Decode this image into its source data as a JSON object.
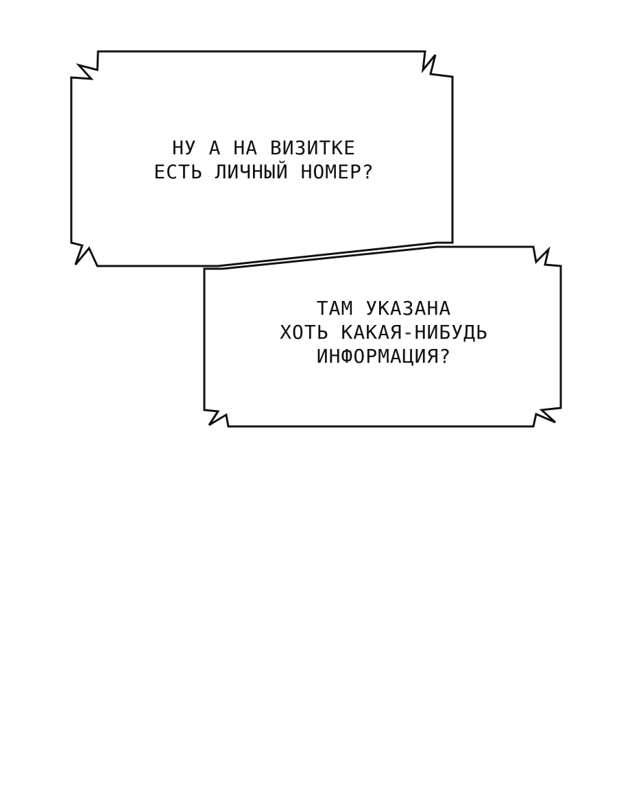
{
  "colors": {
    "background": "#ffffff",
    "outline": "#111111",
    "text": "#111111"
  },
  "bubbles": [
    {
      "lines": [
        "НУ А НА ВИЗИТКЕ",
        "ЕСТЬ ЛИЧНЫЙ НОМЕР?"
      ]
    },
    {
      "lines": [
        "ТАМ УКАЗАНА",
        "ХОТЬ КАКАЯ-НИБУДЬ",
        "ИНФОРМАЦИЯ?"
      ]
    }
  ]
}
